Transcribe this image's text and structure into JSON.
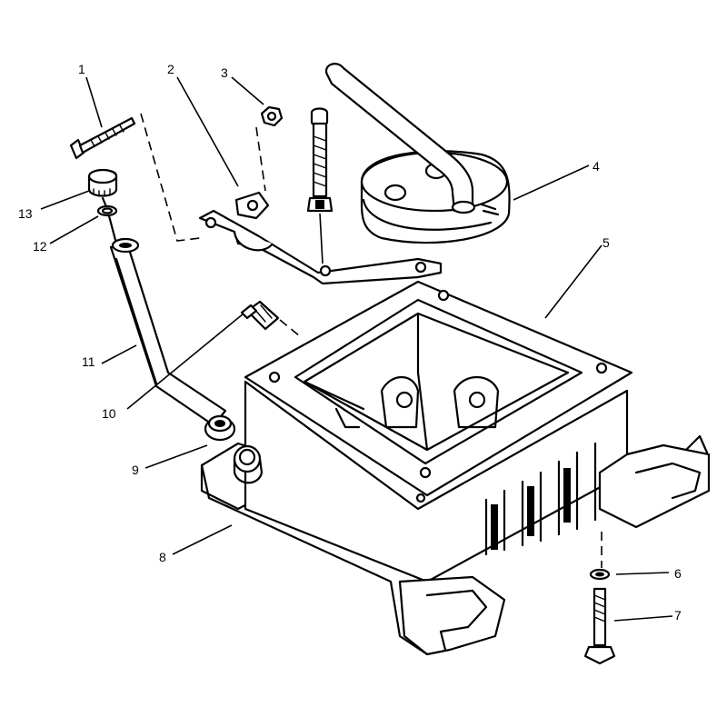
{
  "callouts": [
    {
      "id": "1",
      "label": "1"
    },
    {
      "id": "2",
      "label": "2"
    },
    {
      "id": "3",
      "label": "3"
    },
    {
      "id": "4",
      "label": "4"
    },
    {
      "id": "5",
      "label": "5"
    },
    {
      "id": "6",
      "label": "6"
    },
    {
      "id": "7",
      "label": "7"
    },
    {
      "id": "8",
      "label": "8"
    },
    {
      "id": "9",
      "label": "9"
    },
    {
      "id": "10",
      "label": "10"
    },
    {
      "id": "11",
      "label": "11"
    },
    {
      "id": "12",
      "label": "12"
    },
    {
      "id": "13",
      "label": "13"
    }
  ],
  "colors": {
    "ink": "#000000",
    "paper": "#ffffff"
  }
}
